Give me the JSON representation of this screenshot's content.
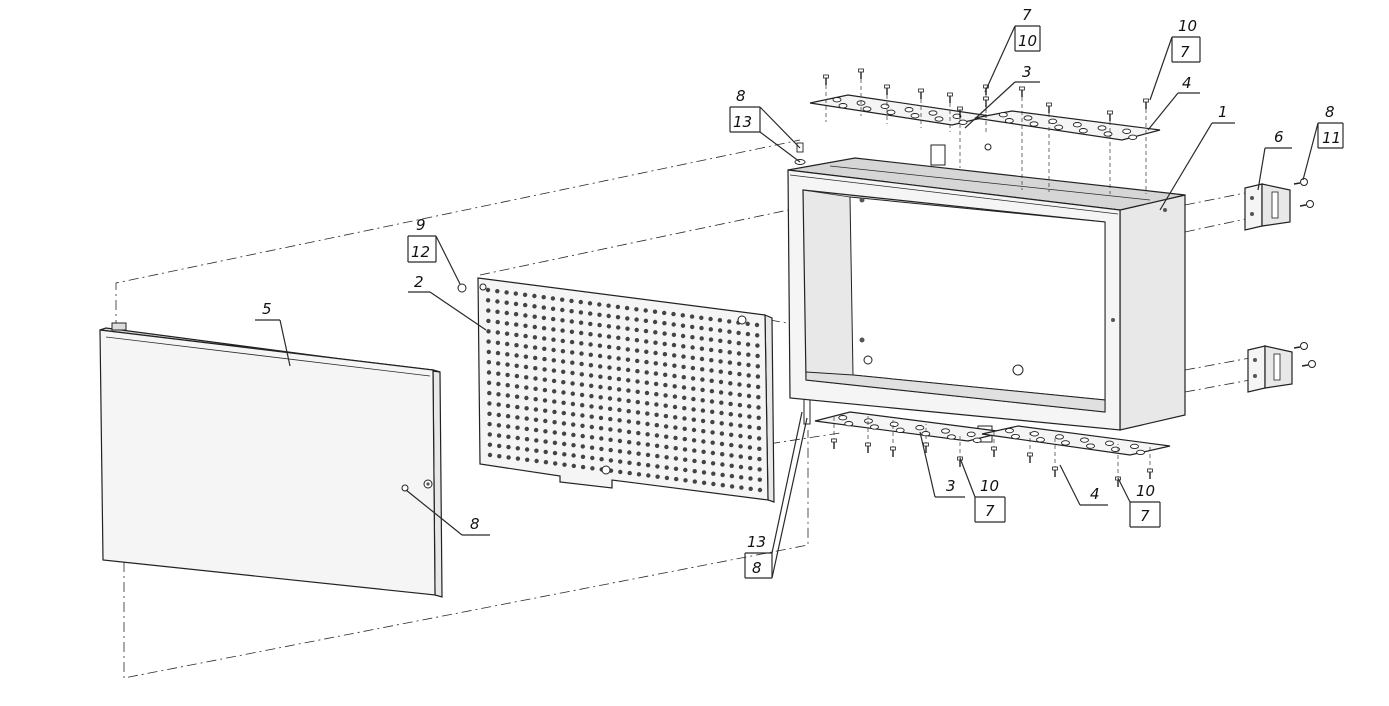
{
  "callouts": [
    {
      "id": "c7a",
      "text": "7"
    },
    {
      "id": "c10a",
      "text": "10"
    },
    {
      "id": "c3a",
      "text": "3"
    },
    {
      "id": "c10b",
      "text": "10"
    },
    {
      "id": "c7b",
      "text": "7"
    },
    {
      "id": "c4a",
      "text": "4"
    },
    {
      "id": "c1",
      "text": "1"
    },
    {
      "id": "c8a",
      "text": "8"
    },
    {
      "id": "c13a",
      "text": "13"
    },
    {
      "id": "c6",
      "text": "6"
    },
    {
      "id": "c8b",
      "text": "8"
    },
    {
      "id": "c11",
      "text": "11"
    },
    {
      "id": "c9",
      "text": "9"
    },
    {
      "id": "c12",
      "text": "12"
    },
    {
      "id": "c2",
      "text": "2"
    },
    {
      "id": "c5",
      "text": "5"
    },
    {
      "id": "c8c",
      "text": "8"
    },
    {
      "id": "c3b",
      "text": "3"
    },
    {
      "id": "c10c",
      "text": "10"
    },
    {
      "id": "c7c",
      "text": "7"
    },
    {
      "id": "c4b",
      "text": "4"
    },
    {
      "id": "c10d",
      "text": "10"
    },
    {
      "id": "c7d",
      "text": "7"
    },
    {
      "id": "c13b",
      "text": "13"
    },
    {
      "id": "c8d",
      "text": "8"
    }
  ]
}
